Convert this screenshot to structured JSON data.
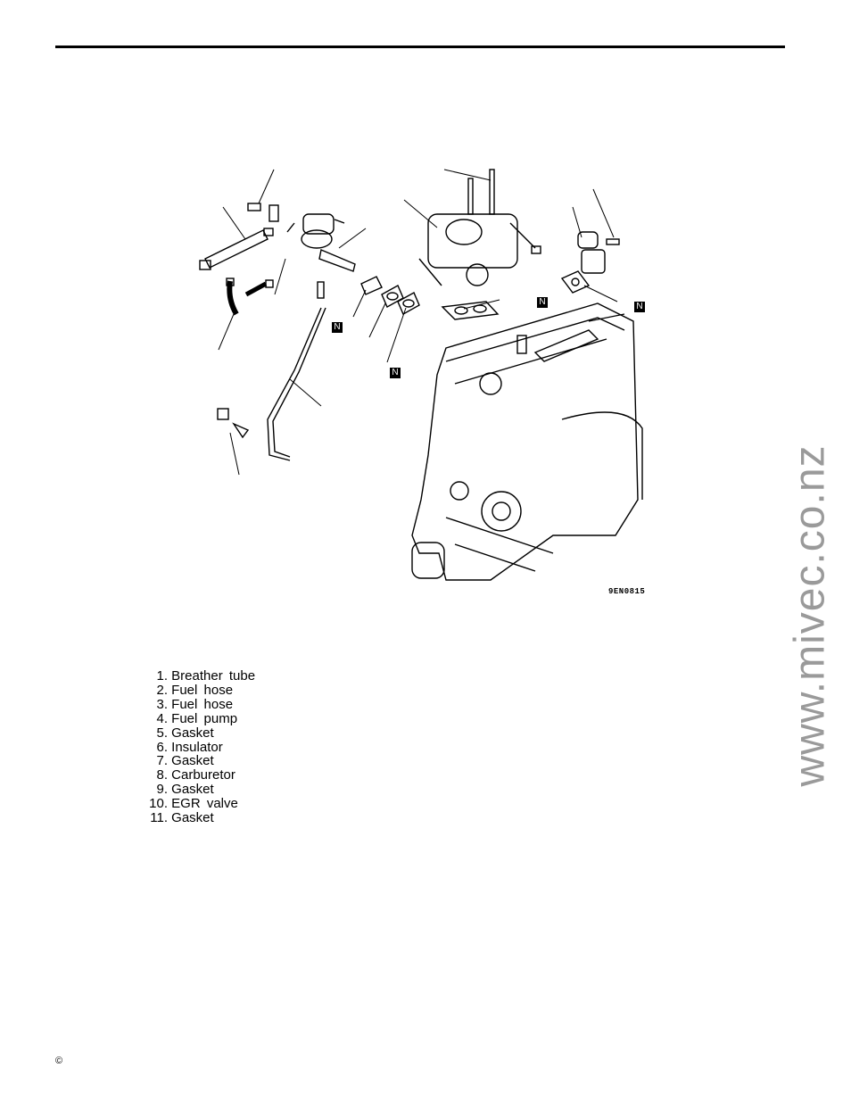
{
  "figure": {
    "code": "9EN0815",
    "badges": [
      "N",
      "N",
      "N",
      "N"
    ]
  },
  "parts": [
    {
      "num": "1.",
      "label": "Breather tube"
    },
    {
      "num": "2.",
      "label": "Fuel hose"
    },
    {
      "num": "3.",
      "label": "Fuel hose"
    },
    {
      "num": "4.",
      "label": "Fuel pump"
    },
    {
      "num": "5.",
      "label": "Gasket"
    },
    {
      "num": "6.",
      "label": "Insulator"
    },
    {
      "num": "7.",
      "label": "Gasket"
    },
    {
      "num": "8.",
      "label": "Carburetor"
    },
    {
      "num": "9.",
      "label": "Gasket"
    },
    {
      "num": "10.",
      "label": "EGR valve"
    },
    {
      "num": "11.",
      "label": "Gasket"
    }
  ],
  "watermark": "www.mivec.co.nz",
  "copyright": "©"
}
